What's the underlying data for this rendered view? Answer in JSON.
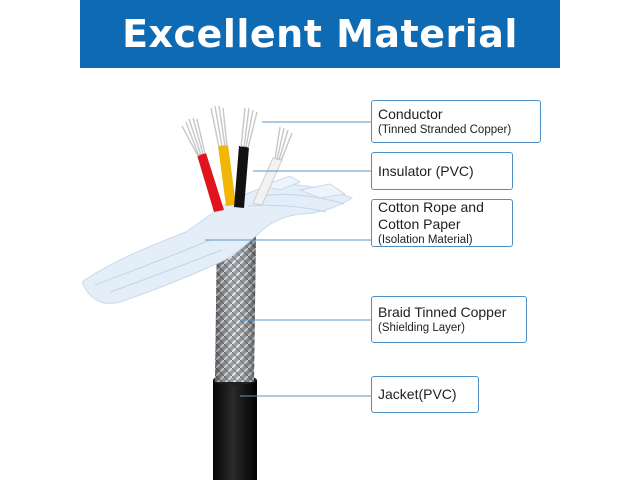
{
  "banner": {
    "title": "Excellent Material"
  },
  "callouts": {
    "conductor": {
      "main": "Conductor",
      "sub": "(Tinned Stranded Copper)"
    },
    "insulator": {
      "main": "Insulator (PVC)",
      "sub": ""
    },
    "cotton": {
      "main_line1": "Cotton Rope and",
      "main_line2": "Cotton Paper",
      "sub": "(Isolation Material)"
    },
    "braid": {
      "main": "Braid Tinned Copper",
      "sub": "(Shielding Layer)"
    },
    "jacket": {
      "main": "Jacket(PVC)",
      "sub": ""
    }
  },
  "colors": {
    "banner_bg": "#0e6bb3",
    "callout_border": "#4d8fc4",
    "leader_line": "#5a96c8",
    "wire_red": "#e0141c",
    "wire_yellow": "#f2b705",
    "wire_black": "#111111",
    "wire_white": "#f2f2f2",
    "copper_strand": "#d8d8d8",
    "braid_silver": "#b9bcc1",
    "jacket_black": "#141414",
    "cotton_blue": "#e3edf8"
  }
}
